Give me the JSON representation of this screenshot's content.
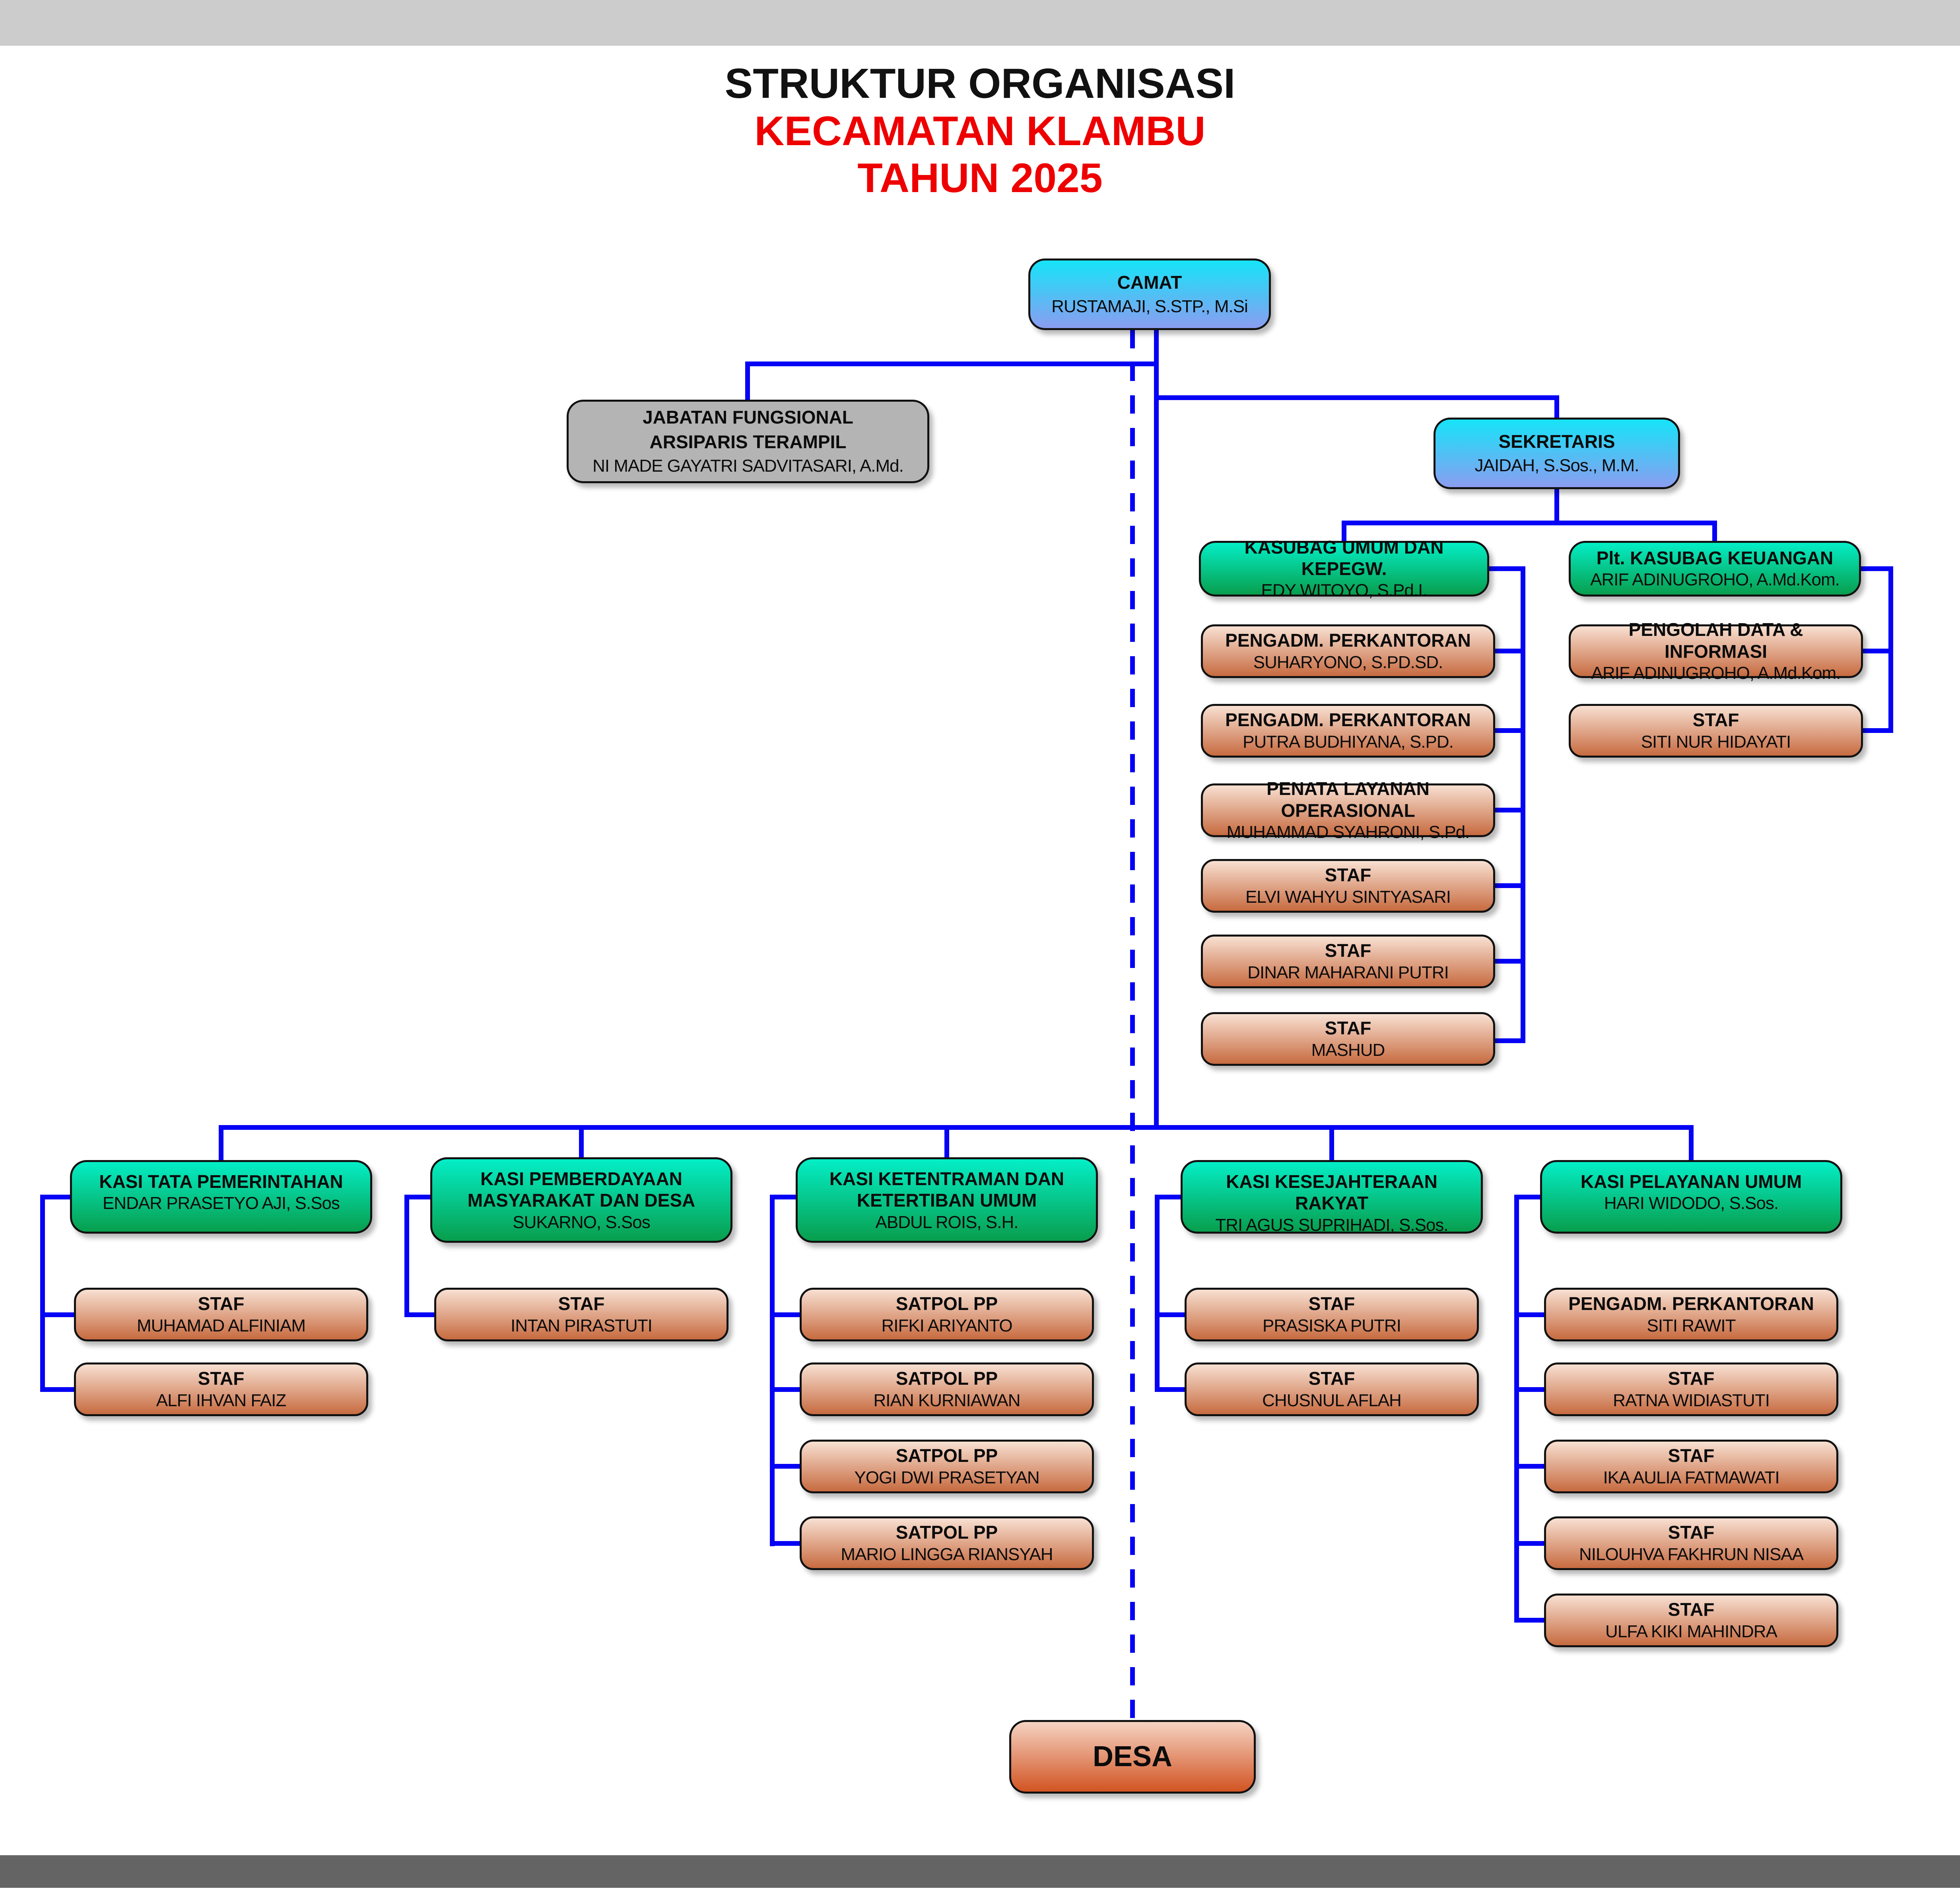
{
  "title": {
    "line1": "STRUKTUR ORGANISASI",
    "line2": "KECAMATAN KLAMBU",
    "line3": "TAHUN 2025"
  },
  "colors": {
    "title_red": "#ee0000",
    "line_blue": "#0502f5",
    "top_bar": "#cccccc",
    "bottom_bar": "#646464",
    "box_blue_top": "#16e4f8",
    "box_blue_bottom": "#8a9df1",
    "box_green_top": "#04eec7",
    "box_green_bottom": "#089e4d",
    "box_salmon_top": "#f8e0d2",
    "box_salmon_bottom": "#c76b40",
    "box_desa_top": "#f5d3c2",
    "box_desa_bottom": "#d25423",
    "box_gray": "#b4b4b5"
  },
  "org": {
    "camat": {
      "title": "CAMAT",
      "name": "RUSTAMAJI, S.STP., M.Si"
    },
    "jabatan_fungsional": {
      "title": "JABATAN FUNGSIONAL",
      "title2": "ARSIPARIS TERAMPIL",
      "name": "NI MADE GAYATRI SADVITASARI, A.Md."
    },
    "sekretaris": {
      "title": "SEKRETARIS",
      "name": "JAIDAH, S.Sos., M.M."
    },
    "kasubag_umum": {
      "title": "KASUBAG UMUM DAN KEPEGW.",
      "name": "EDY WITOYO, S.Pd.I."
    },
    "kasubag_keuangan": {
      "title": "Plt. KASUBAG KEUANGAN",
      "name": "ARIF ADINUGROHO, A.Md.Kom."
    },
    "umum_staf": [
      {
        "title": "PENGADM. PERKANTORAN",
        "name": "SUHARYONO, S.PD.SD."
      },
      {
        "title": "PENGADM. PERKANTORAN",
        "name": "PUTRA BUDHIYANA, S.PD."
      },
      {
        "title": "PENATA LAYANAN OPERASIONAL",
        "name": "MUHAMMAD SYAHRONI, S.Pd."
      },
      {
        "title": "STAF",
        "name": "ELVI WAHYU SINTYASARI"
      },
      {
        "title": "STAF",
        "name": "DINAR MAHARANI PUTRI"
      },
      {
        "title": "STAF",
        "name": "MASHUD"
      }
    ],
    "keuangan_staf": [
      {
        "title": "PENGOLAH DATA & INFORMASI",
        "name": "ARIF ADINUGROHO, A.Md.Kom."
      },
      {
        "title": "STAF",
        "name": "SITI NUR HIDAYATI"
      }
    ],
    "kasi": [
      {
        "title": "KASI TATA PEMERINTAHAN",
        "name": "ENDAR PRASETYO AJI, S.Sos"
      },
      {
        "title": "KASI PEMBERDAYAAN MASYARAKAT DAN DESA",
        "name": "SUKARNO, S.Sos"
      },
      {
        "title": "KASI KETENTRAMAN DAN KETERTIBAN UMUM",
        "name": "ABDUL ROIS, S.H."
      },
      {
        "title": "KASI KESEJAHTERAAN RAKYAT",
        "name": "TRI AGUS SUPRIHADI, S.Sos."
      },
      {
        "title": "KASI PELAYANAN UMUM",
        "name": "HARI WIDODO, S.Sos."
      }
    ],
    "kasi_staf": {
      "col1": [
        {
          "title": "STAF",
          "name": "MUHAMAD ALFINIAM"
        },
        {
          "title": "STAF",
          "name": "ALFI IHVAN FAIZ"
        }
      ],
      "col2": [
        {
          "title": "STAF",
          "name": "INTAN PIRASTUTI"
        }
      ],
      "col3": [
        {
          "title": "SATPOL PP",
          "name": "RIFKI ARIYANTO"
        },
        {
          "title": "SATPOL PP",
          "name": "RIAN KURNIAWAN"
        },
        {
          "title": "SATPOL PP",
          "name": "YOGI DWI PRASETYAN"
        },
        {
          "title": "SATPOL PP",
          "name": "MARIO LINGGA RIANSYAH"
        }
      ],
      "col4": [
        {
          "title": "STAF",
          "name": "PRASISKA PUTRI"
        },
        {
          "title": "STAF",
          "name": "CHUSNUL AFLAH"
        }
      ],
      "col5": [
        {
          "title": "PENGADM. PERKANTORAN",
          "name": "SITI RAWIT"
        },
        {
          "title": "STAF",
          "name": "RATNA WIDIASTUTI"
        },
        {
          "title": "STAF",
          "name": "IKA AULIA FATMAWATI"
        },
        {
          "title": "STAF",
          "name": "NILOUHVA FAKHRUN NISAA"
        },
        {
          "title": "STAF",
          "name": "ULFA KIKI MAHINDRA"
        }
      ]
    },
    "desa": {
      "title": "DESA"
    }
  }
}
